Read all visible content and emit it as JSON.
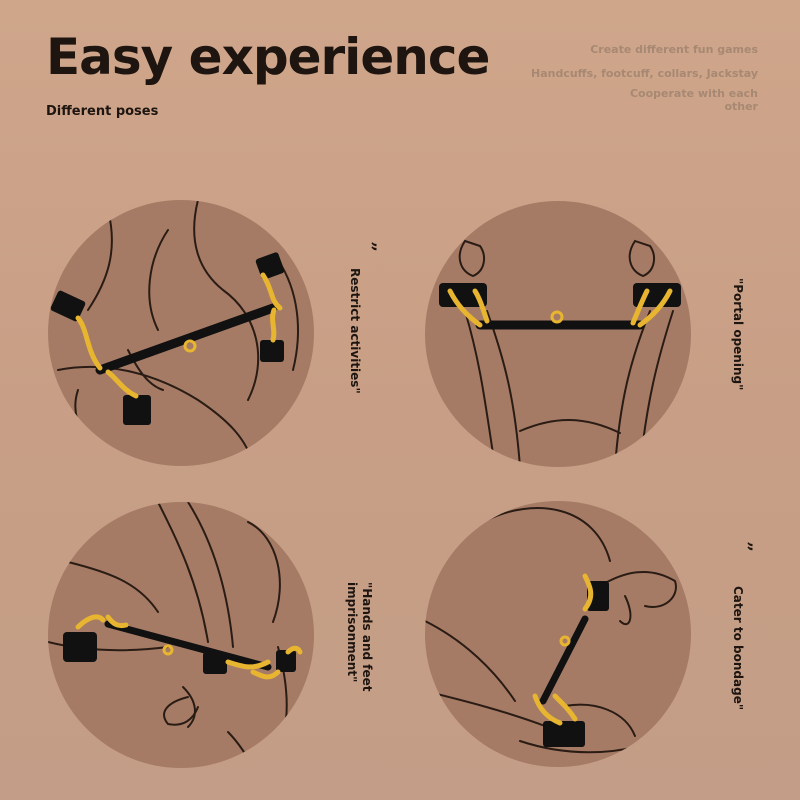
{
  "header": {
    "title": "Easy experience",
    "subtitle": "Different poses",
    "taglines": [
      "Create different fun games",
      "Handcuffs, footcuff, collars, Jackstay",
      "Cooperate with each other"
    ]
  },
  "panels": [
    {
      "label": "Restrict activities\""
    },
    {
      "label": "\"Portal opening\""
    },
    {
      "label": "\"Hands and feet\nimprisonment\""
    },
    {
      "label": "Cater to bondage\""
    }
  ],
  "quote_mark": "”",
  "colors": {
    "background": "#cb9f86",
    "circle": "#a57b65",
    "line_art": "#2a1c14",
    "strap": "#111111",
    "hardware_gold": "#e8b531",
    "title_text": "#1e1510",
    "tagline_text": "#a78873"
  }
}
